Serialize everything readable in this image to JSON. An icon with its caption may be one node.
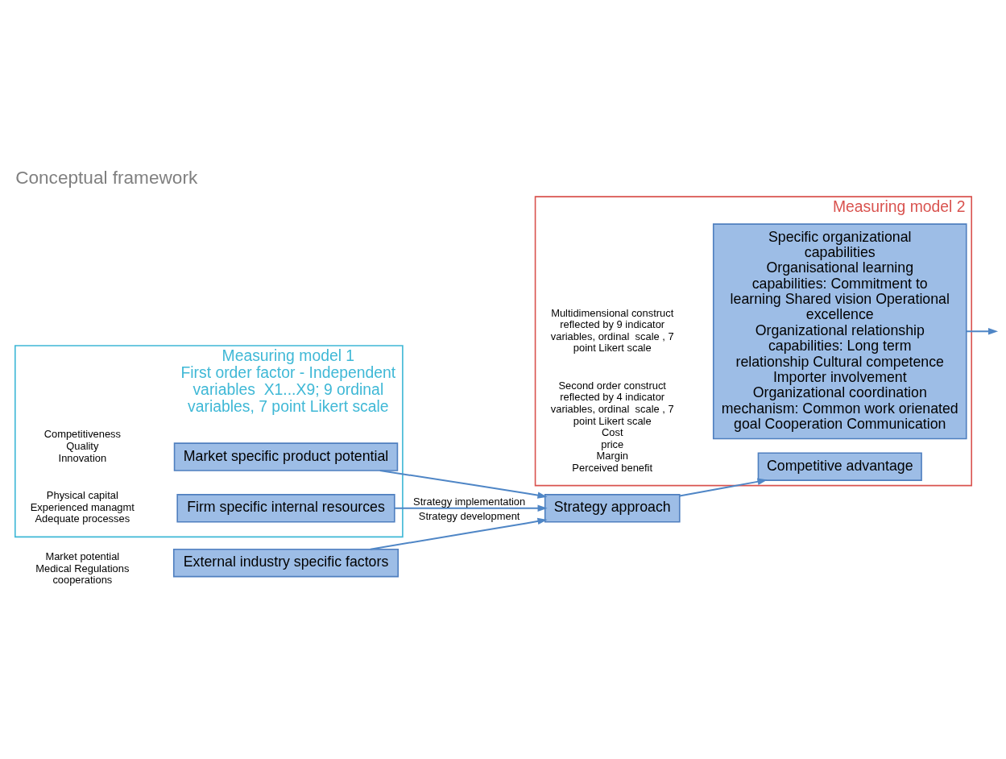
{
  "diagram": {
    "title": "Conceptual framework",
    "nodes": [
      {
        "text": [
          "Measuring model 2"
        ]
      },
      {
        "text": [
          "Specific organizational capabilities",
          "Organisational learning capabilities: Commitment to learning Shared vision Operational excellence",
          "Organizational relationship capabilities: Long term relationship Cultural competence Importer involvement",
          "Organizational coordination mechanism: Common work orienated goal Cooperation Communication"
        ],
        "in": 0,
        "beside": [
          "Multidimensional construct",
          "reflected by 9 indicator variables, ordinal  scale , 7 point Likert scale"
        ]
      },
      {
        "text": [
          "Competitive advantage"
        ],
        "in": 0,
        "beside": [
          "Second order construct",
          "reflected by 4 indicator variables, ordinal  scale , 7 point Likert scale",
          "Cost",
          "price",
          "Margin",
          "Perceived benefit"
        ]
      },
      {
        "text": [
          "Measuring model 1",
          "First order factor - Independent variables  X1...X9; 9 ordinal variables, 7 point Likert scale"
        ]
      },
      {
        "text": [
          "External industry specific factors"
        ],
        "beside": [
          "Market potential",
          "Medical Regulations",
          "cooperations"
        ]
      },
      {
        "text": [
          "Market specific product potential"
        ],
        "in": 3,
        "beside": [
          "Competitiveness",
          "Quality",
          "Innovation"
        ]
      },
      {
        "text": [
          "Strategy approach"
        ]
      },
      {
        "text": [
          "Firm specific internal resources"
        ],
        "in": 3,
        "beside": [
          "Physical capital",
          "Experienced managmt",
          "Adequate processes"
        ]
      }
    ],
    "edges": [
      {
        "from": 4,
        "to": 6,
        "arrow": "to",
        "label": "Strategy development"
      },
      {
        "from": 5,
        "to": 6,
        "arrow": "to"
      },
      {
        "from": 7,
        "to": 6,
        "arrow": "to",
        "label": "Strategy implementation"
      },
      {
        "from": 6,
        "to": 2,
        "arrow": "to"
      },
      {
        "from": 1,
        "to": null,
        "arrow": "to"
      }
    ]
  }
}
